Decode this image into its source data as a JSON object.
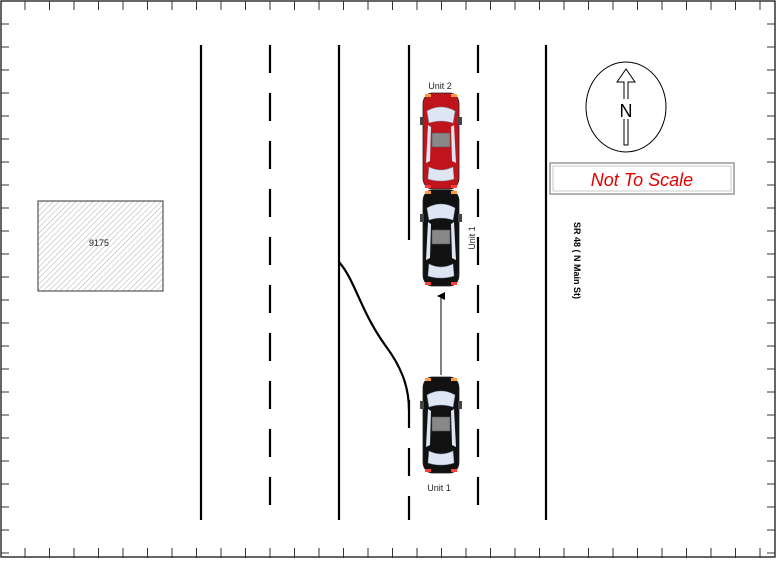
{
  "diagram": {
    "building_label": "9175",
    "road_label": "SR 48 ( N Main St)",
    "north_letter": "N",
    "scale_note": "Not To Scale",
    "units": [
      {
        "label": "Unit 2",
        "color": "#c0141c"
      },
      {
        "label": "Unit 1",
        "color": "#111111"
      },
      {
        "label": "Unit 1",
        "color": "#111111"
      }
    ],
    "colors": {
      "scale_note_text": "#e00000",
      "lane_lines": "#000000",
      "building_fill": "#f4f4f4"
    }
  }
}
